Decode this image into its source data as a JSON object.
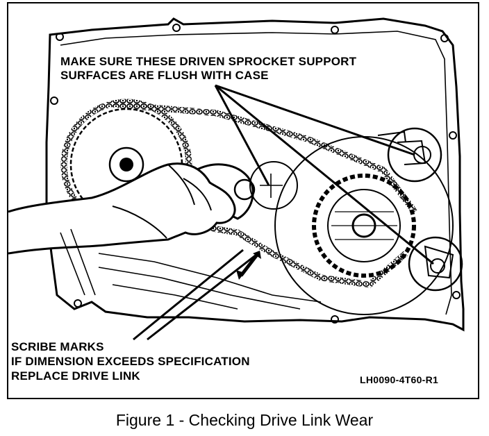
{
  "figure": {
    "callout_top": [
      "MAKE SURE THESE DRIVEN SPROCKET SUPPORT",
      "SURFACES ARE FLUSH WITH CASE"
    ],
    "callout_bottom": [
      "SCRIBE MARKS",
      "IF DIMENSION EXCEEDS SPECIFICATION",
      "REPLACE DRIVE LINK"
    ],
    "ref_code": "LH0090-4T60-R1",
    "caption": "Figure 1 - Checking Drive Link Wear"
  },
  "colors": {
    "ink": "#000000",
    "paper": "#ffffff"
  }
}
